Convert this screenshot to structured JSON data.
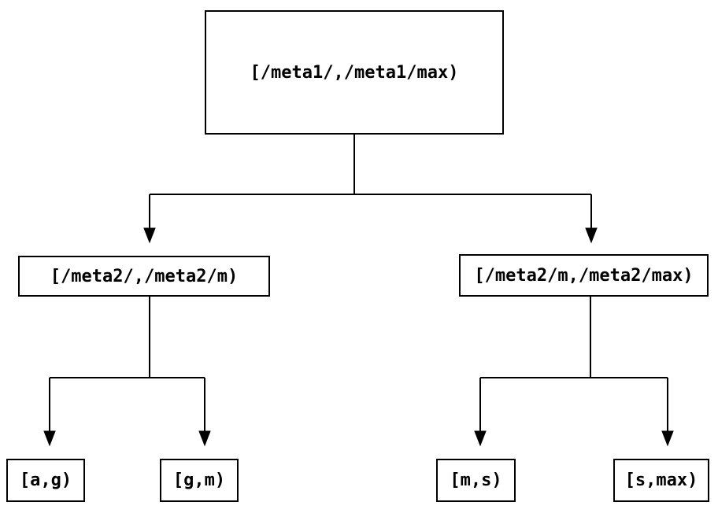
{
  "colors": {
    "background": "#ffffff",
    "line": "#000000",
    "text": "#000000"
  },
  "tree": {
    "root": {
      "label": "[/meta1/,/meta1/max)"
    },
    "level1": [
      {
        "label": "[/meta2/,/meta2/m)"
      },
      {
        "label": "[/meta2/m,/meta2/max)"
      }
    ],
    "level2": [
      {
        "label": "[a,g)"
      },
      {
        "label": "[g,m)"
      },
      {
        "label": "[m,s)"
      },
      {
        "label": "[s,max)"
      }
    ]
  }
}
